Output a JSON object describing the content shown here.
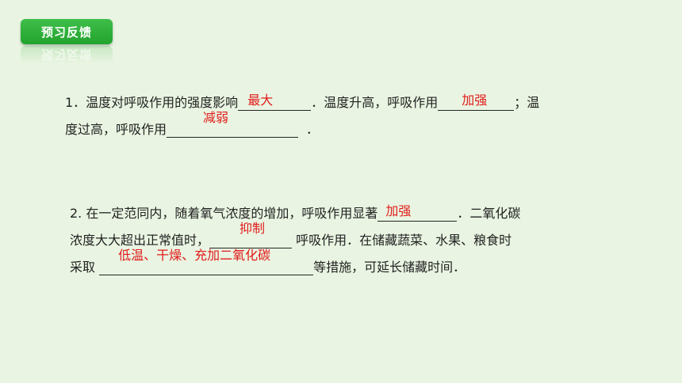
{
  "badge": {
    "label": "预习反馈"
  },
  "q1": {
    "l1_a": "1．温度对呼吸作用的强度影响",
    "a1": "最大",
    "l1_b": "．温度升高，呼吸作用",
    "a2": "加强",
    "l1_c": "；温",
    "l2_a": "度过高，呼吸作用",
    "a3": "减弱",
    "l2_b": "．"
  },
  "q2": {
    "l1_a": "2. 在一定范同内，随着氧气浓度的增加，呼吸作用显著",
    "a1": "加强",
    "l1_b": "．二氧化碳",
    "l2_a": "浓度大大超出正常值时，",
    "a2": "抑制",
    "l2_b": " 呼吸作用．在储藏蔬菜、水果、粮食时",
    "l3_a": "采取 ",
    "a3": "低温、干燥、充加二氧化碳",
    "l3_b": "等措施，可延长储藏时间．"
  }
}
